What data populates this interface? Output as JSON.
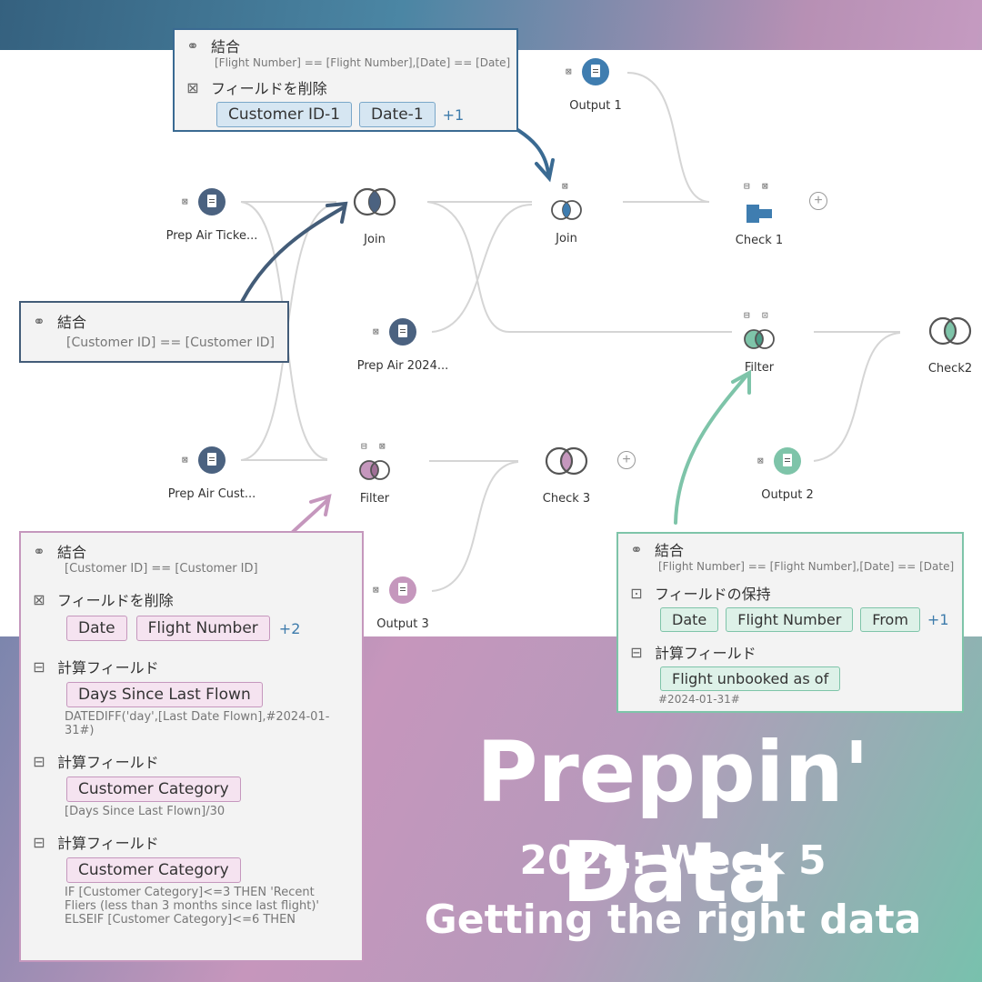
{
  "title": {
    "main": "Preppin' Data",
    "week": "2024: Week 5",
    "subtitle": "Getting the right data"
  },
  "colors": {
    "blue": "#3a6a92",
    "navy": "#435c78",
    "pink": "#c597bd",
    "green": "#7ec4a9"
  },
  "nodes": {
    "output1": "Output 1",
    "ticket": "Prep Air Ticke...",
    "join1": "Join",
    "join2": "Join",
    "check1": "Check 1",
    "prep2024": "Prep Air 2024...",
    "filter_right": "Filter",
    "check2": "Check2",
    "cust": "Prep Air Cust...",
    "filter_left": "Filter",
    "check3": "Check 3",
    "output2": "Output 2",
    "output3": "Output 3"
  },
  "panel_top": {
    "join_label": "結合",
    "join_clause": "[Flight Number] == [Flight Number],[Date] == [Date]",
    "remove_label": "フィールドを削除",
    "tags": [
      "Customer ID-1",
      "Date-1"
    ],
    "more": "+1"
  },
  "panel_left": {
    "join_label": "結合",
    "join_clause": "[Customer ID] == [Customer ID]"
  },
  "panel_pink": {
    "join_label": "結合",
    "join_clause": "[Customer ID] == [Customer ID]",
    "remove_label": "フィールドを削除",
    "tags": [
      "Date",
      "Flight Number"
    ],
    "more": "+2",
    "calc1_label": "計算フィールド",
    "calc1_tag": "Days Since Last Flown",
    "calc1_formula": "DATEDIFF('day',[Last Date Flown],#2024-01-31#)",
    "calc2_label": "計算フィールド",
    "calc2_tag": "Customer Category",
    "calc2_formula": "[Days Since Last Flown]/30",
    "calc3_label": "計算フィールド",
    "calc3_tag": "Customer Category",
    "calc3_formula": "IF [Customer Category]<=3 THEN 'Recent Fliers (less than 3 months since last flight)' ELSEIF [Customer Category]<=6 THEN"
  },
  "panel_green": {
    "join_label": "結合",
    "join_clause": "[Flight Number] == [Flight Number],[Date] == [Date]",
    "keep_label": "フィールドの保持",
    "tags": [
      "Date",
      "Flight Number",
      "From"
    ],
    "more": "+1",
    "calc_label": "計算フィールド",
    "calc_tag": "Flight unbooked as of",
    "calc_formula": "#2024-01-31#"
  }
}
